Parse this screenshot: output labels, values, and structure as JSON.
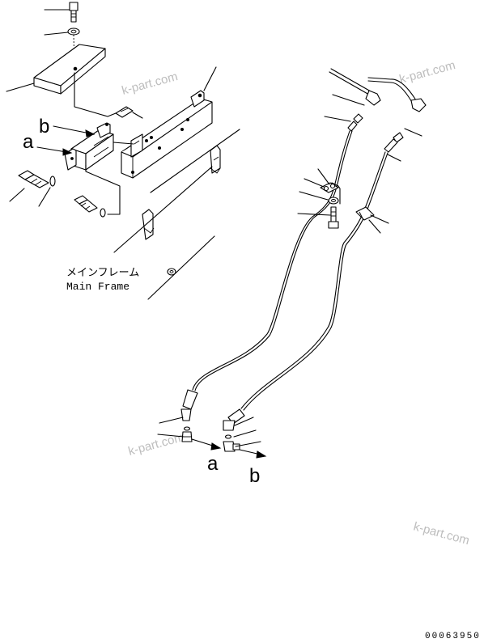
{
  "labels": {
    "a_left": "a",
    "b_left": "b",
    "a_bottom": "a",
    "b_bottom": "b"
  },
  "caption": {
    "japanese": "メインフレーム",
    "english": "Main Frame"
  },
  "watermarks": [
    "k-part.com",
    "k-part.com",
    "k-part.com"
  ],
  "drawing_number": "00063950"
}
